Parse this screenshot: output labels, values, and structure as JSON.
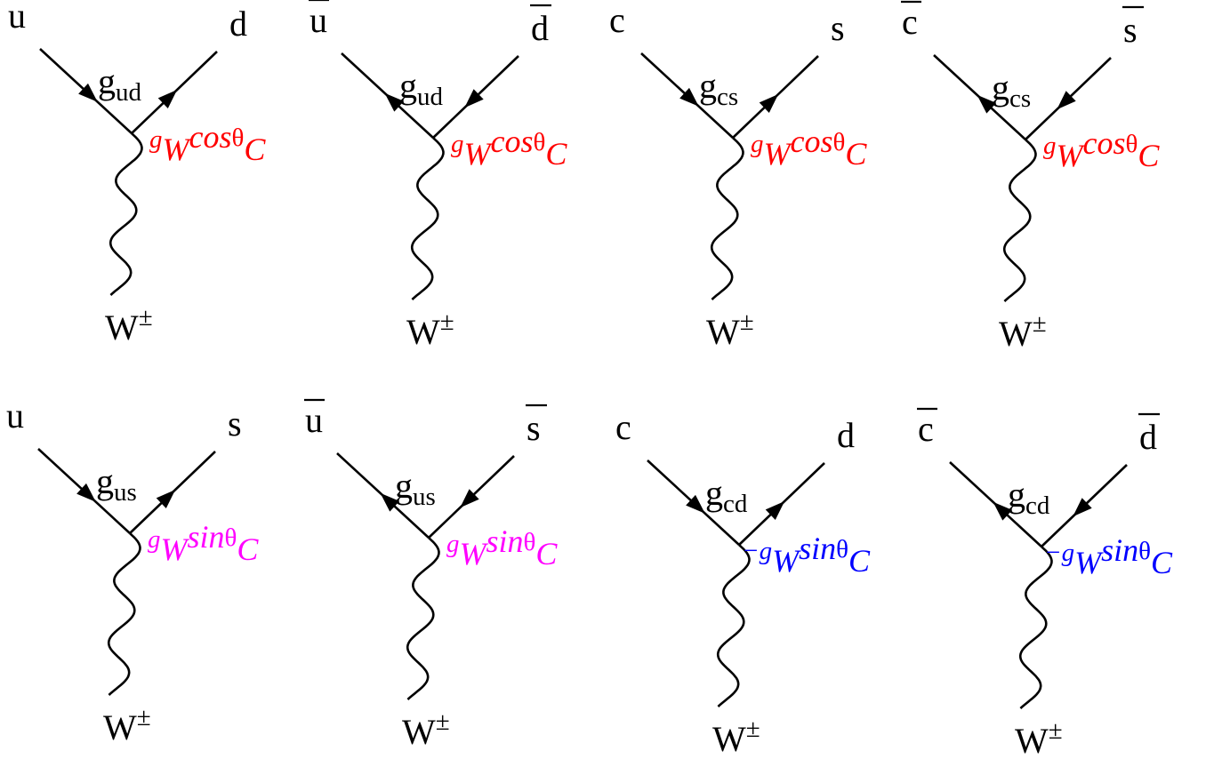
{
  "colors": {
    "cos": "#ff0000",
    "sin_pos": "#ff00ff",
    "sin_neg": "#0000ff"
  },
  "diagrams": [
    {
      "left": "u",
      "left_bar": false,
      "right": "d",
      "right_bar": false,
      "vertex_label": "g",
      "vertex_sub": "ud",
      "quark_flow": "in",
      "coupling": {
        "sign": "",
        "g": "g",
        "W": "W",
        "func": "cos",
        "theta": "θ",
        "C": "C"
      },
      "coupling_color": "cos",
      "boson": "W",
      "boson_sup": "±"
    },
    {
      "left": "u",
      "left_bar": true,
      "right": "d",
      "right_bar": true,
      "vertex_label": "g",
      "vertex_sub": "ud",
      "quark_flow": "out",
      "coupling": {
        "sign": "",
        "g": "g",
        "W": "W",
        "func": "cos",
        "theta": "θ",
        "C": "C"
      },
      "coupling_color": "cos",
      "boson": "W",
      "boson_sup": "±"
    },
    {
      "left": "c",
      "left_bar": false,
      "right": "s",
      "right_bar": false,
      "vertex_label": "g",
      "vertex_sub": "cs",
      "quark_flow": "in",
      "coupling": {
        "sign": "",
        "g": "g",
        "W": "W",
        "func": "cos",
        "theta": "θ",
        "C": "C"
      },
      "coupling_color": "cos",
      "boson": "W",
      "boson_sup": "±"
    },
    {
      "left": "c",
      "left_bar": true,
      "right": "s",
      "right_bar": true,
      "vertex_label": "g",
      "vertex_sub": "cs",
      "quark_flow": "out",
      "coupling": {
        "sign": "",
        "g": "g",
        "W": "W",
        "func": "cos",
        "theta": "θ",
        "C": "C"
      },
      "coupling_color": "cos",
      "boson": "W",
      "boson_sup": "±"
    },
    {
      "left": "u",
      "left_bar": false,
      "right": "s",
      "right_bar": false,
      "vertex_label": "g",
      "vertex_sub": "us",
      "quark_flow": "in",
      "coupling": {
        "sign": "",
        "g": "g",
        "W": "W",
        "func": "sin",
        "theta": "θ",
        "C": "C"
      },
      "coupling_color": "sin_pos",
      "boson": "W",
      "boson_sup": "±"
    },
    {
      "left": "u",
      "left_bar": true,
      "right": "s",
      "right_bar": true,
      "vertex_label": "g",
      "vertex_sub": "us",
      "quark_flow": "out",
      "coupling": {
        "sign": "",
        "g": "g",
        "W": "W",
        "func": "sin",
        "theta": "θ",
        "C": "C"
      },
      "coupling_color": "sin_pos",
      "boson": "W",
      "boson_sup": "±"
    },
    {
      "left": "c",
      "left_bar": false,
      "right": "d",
      "right_bar": false,
      "vertex_label": "g",
      "vertex_sub": "cd",
      "quark_flow": "in",
      "coupling": {
        "sign": "−",
        "g": "g",
        "W": "W",
        "func": "sin",
        "theta": "θ",
        "C": "C"
      },
      "coupling_color": "sin_neg",
      "boson": "W",
      "boson_sup": "±"
    },
    {
      "left": "c",
      "left_bar": true,
      "right": "d",
      "right_bar": true,
      "vertex_label": "g",
      "vertex_sub": "cd",
      "quark_flow": "out",
      "coupling": {
        "sign": "−",
        "g": "g",
        "W": "W",
        "func": "sin",
        "theta": "θ",
        "C": "C"
      },
      "coupling_color": "sin_neg",
      "boson": "W",
      "boson_sup": "±"
    }
  ]
}
